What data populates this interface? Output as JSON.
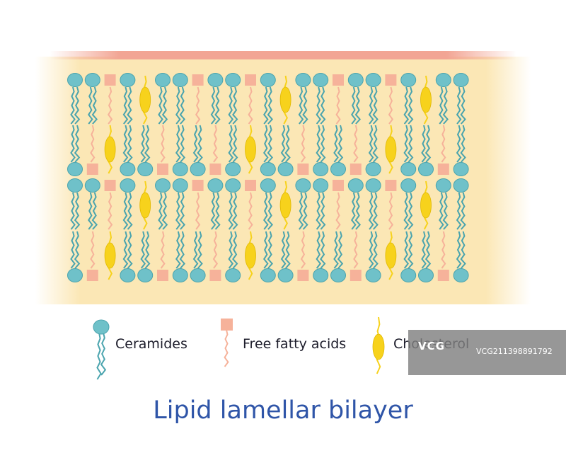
{
  "title": "Lipid lamellar bilayer",
  "legend": [
    {
      "key": "ceramide",
      "label": "Ceramides"
    },
    {
      "key": "fatty_acid",
      "label": "Free fatty acids"
    },
    {
      "key": "cholesterol",
      "label": "Cholesterol"
    }
  ],
  "watermark": {
    "logo": "VCG",
    "id": "VCG211398891792"
  },
  "colors": {
    "ceramide": "#6fc1c9",
    "ceramide_stroke": "#4aa4ae",
    "fatty_acid": "#f6b29a",
    "cholesterol": "#f7d21c",
    "cholesterol_stroke": "#e0b800",
    "matrix": "#fbe7b5",
    "surface": "#f2a594",
    "title": "#2f55a8"
  },
  "rows": [
    "CCFCXCCFCCFCXCCFCCFCXCC",
    "CFXCCFCCFCXCCFCCFCXCCFC"
  ]
}
